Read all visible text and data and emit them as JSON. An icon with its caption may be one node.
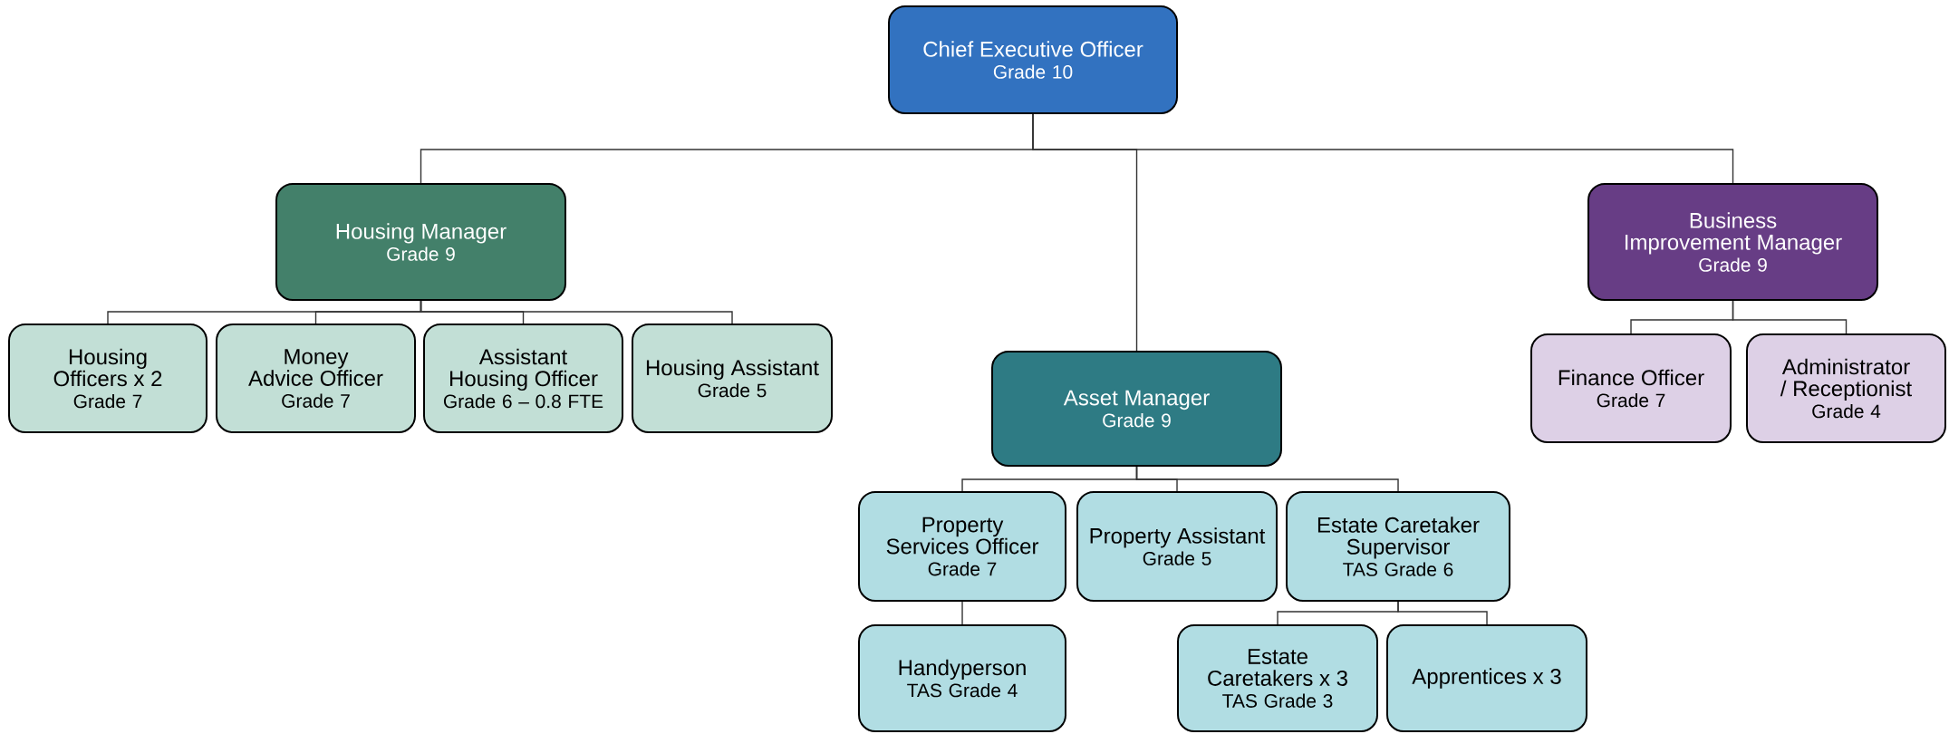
{
  "diagram": {
    "nodes": [
      {
        "text": [
          "Chief Executive Officer",
          "Grade 10"
        ]
      },
      {
        "text": [
          "Housing Manager",
          "Grade 9"
        ]
      },
      {
        "text": [
          "Housing Officers x 2",
          "Grade 7"
        ]
      },
      {
        "text": [
          "Money Advice Officer",
          "Grade 7"
        ]
      },
      {
        "text": [
          "Assistant Housing Officer",
          "Grade 6 – 0.8 FTE"
        ]
      },
      {
        "text": [
          "Housing Assistant",
          "Grade 5"
        ]
      },
      {
        "text": [
          "Asset Manager",
          "Grade 9"
        ]
      },
      {
        "text": [
          "Property Services Officer",
          "Grade 7"
        ]
      },
      {
        "text": [
          "Property Assistant",
          "Grade 5"
        ]
      },
      {
        "text": [
          "Estate Caretaker Supervisor",
          "TAS Grade 6"
        ]
      },
      {
        "text": [
          "Handyperson",
          "TAS Grade 4"
        ]
      },
      {
        "text": [
          "Estate Caretakers x 3",
          "TAS Grade 3"
        ]
      },
      {
        "text": [
          "Apprentices x 3"
        ]
      },
      {
        "text": [
          "Business Improvement Manager",
          "Grade 9"
        ]
      },
      {
        "text": [
          "Finance Officer",
          "Grade 7"
        ]
      },
      {
        "text": [
          "Administrator / Receptionist",
          "Grade 4"
        ]
      }
    ],
    "edges": [
      {
        "from": 0,
        "to": 1,
        "arrow": "none"
      },
      {
        "from": 0,
        "to": 6,
        "arrow": "none"
      },
      {
        "from": 0,
        "to": 13,
        "arrow": "none"
      },
      {
        "from": 1,
        "to": 2,
        "arrow": "none"
      },
      {
        "from": 1,
        "to": 3,
        "arrow": "none"
      },
      {
        "from": 1,
        "to": 4,
        "arrow": "none"
      },
      {
        "from": 1,
        "to": 5,
        "arrow": "none"
      },
      {
        "from": 6,
        "to": 7,
        "arrow": "none"
      },
      {
        "from": 6,
        "to": 8,
        "arrow": "none"
      },
      {
        "from": 6,
        "to": 9,
        "arrow": "none"
      },
      {
        "from": 7,
        "to": 10,
        "arrow": "none"
      },
      {
        "from": 9,
        "to": 11,
        "arrow": "none"
      },
      {
        "from": 9,
        "to": 12,
        "arrow": "none"
      },
      {
        "from": 13,
        "to": 14,
        "arrow": "none"
      },
      {
        "from": 13,
        "to": 15,
        "arrow": "none"
      }
    ]
  }
}
